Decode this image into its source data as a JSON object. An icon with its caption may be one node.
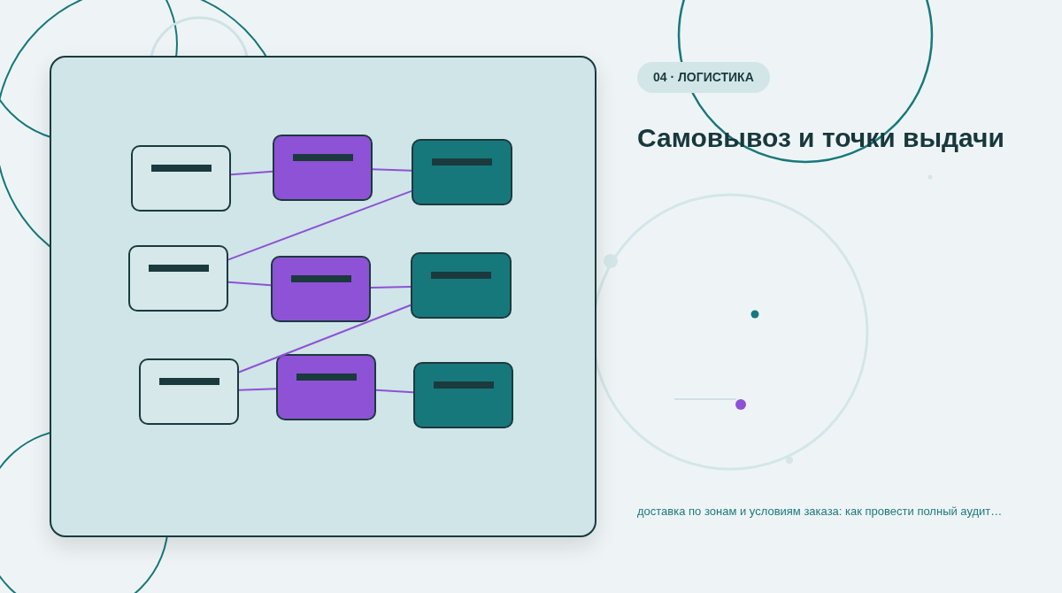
{
  "diagram": {
    "title": "Самовывоз и точки выдачи",
    "caption": "доставка по зонам и условиям заказа: как провести полный аудит…",
    "nodes": [
      {
        "text": [],
        "shape": "box"
      },
      {
        "text": [],
        "shape": "box"
      },
      {
        "text": [],
        "shape": "box"
      },
      {
        "text": [],
        "shape": "box"
      },
      {
        "text": [],
        "shape": "box"
      },
      {
        "text": [],
        "shape": "box"
      },
      {
        "text": [],
        "shape": "box"
      },
      {
        "text": [],
        "shape": "box"
      },
      {
        "text": [],
        "shape": "box"
      }
    ],
    "edges": [
      {
        "from": 0,
        "to": 1,
        "arrow": "none"
      },
      {
        "from": 1,
        "to": 2,
        "arrow": "none"
      },
      {
        "from": 2,
        "to": 3,
        "arrow": "none"
      },
      {
        "from": 3,
        "to": 4,
        "arrow": "none"
      },
      {
        "from": 4,
        "to": 5,
        "arrow": "none"
      },
      {
        "from": 5,
        "to": 6,
        "arrow": "none"
      },
      {
        "from": 6,
        "to": 7,
        "arrow": "none"
      },
      {
        "from": 7,
        "to": 8,
        "arrow": "none"
      }
    ],
    "labels": [
      "04 · ЛОГИСТИКА"
    ]
  }
}
